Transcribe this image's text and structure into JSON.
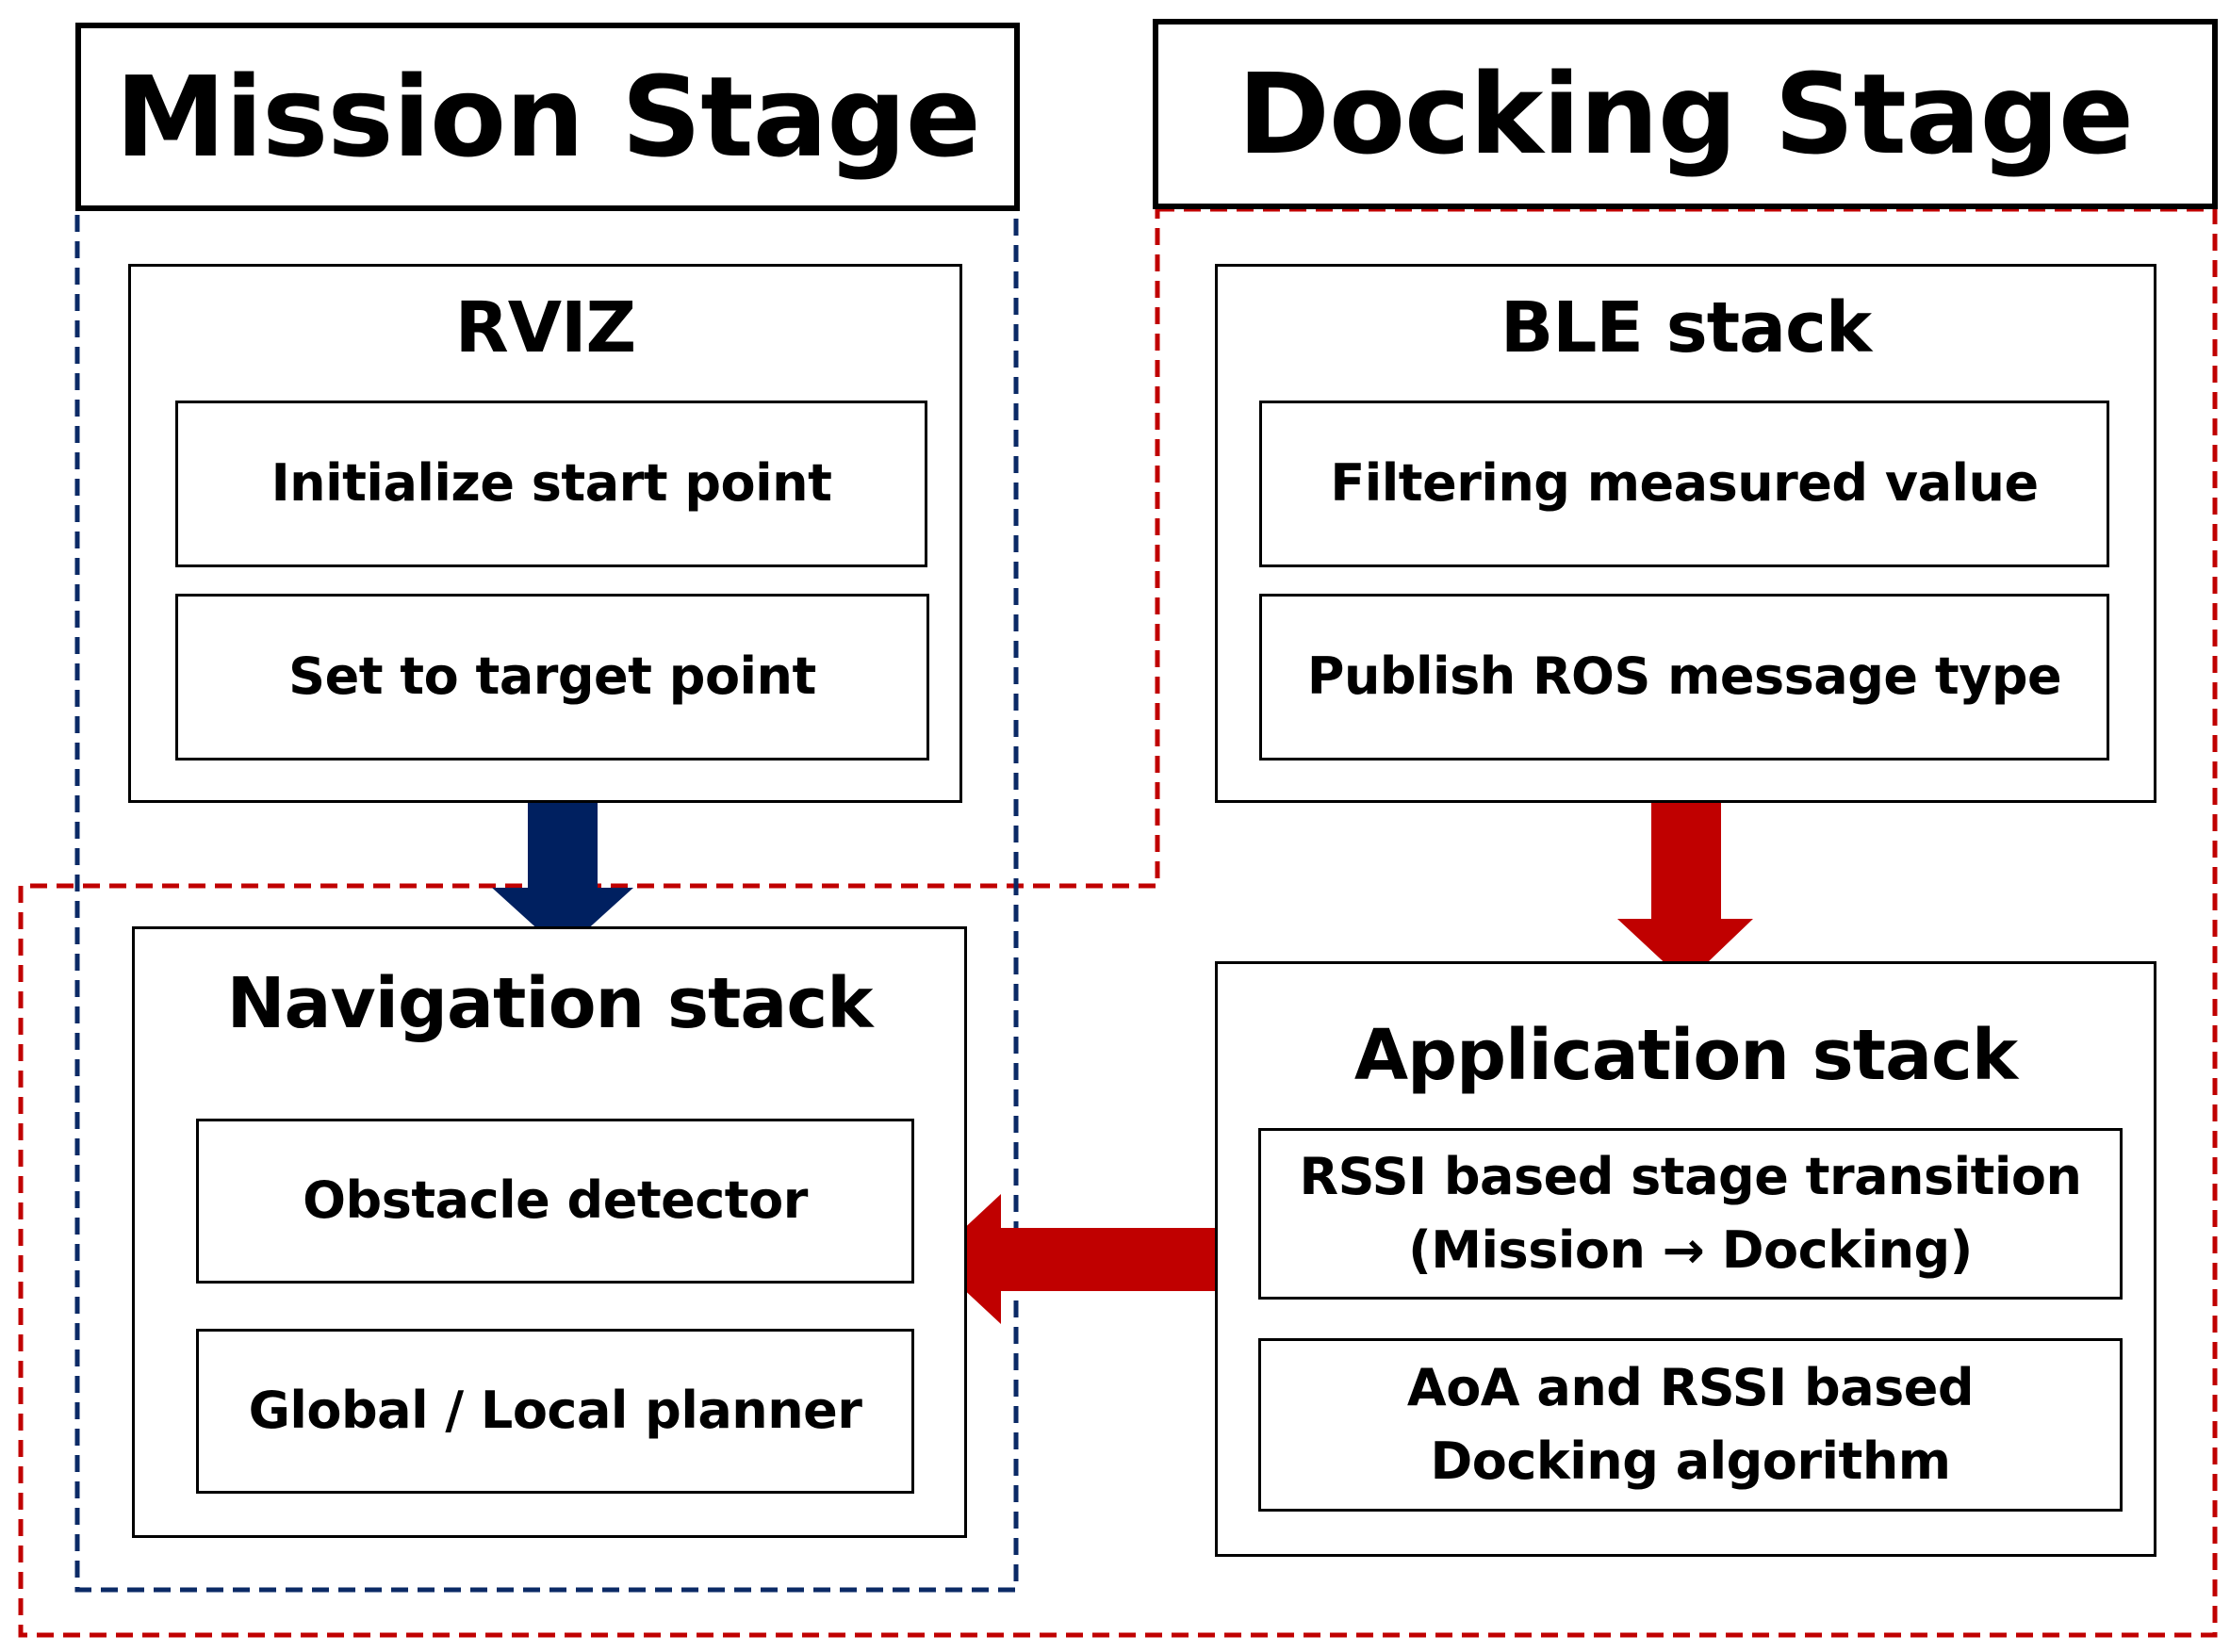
{
  "mission_stage": {
    "title": "Mission Stage",
    "rviz": {
      "title": "RVIZ",
      "items": [
        "Initialize start point",
        "Set to target point"
      ]
    },
    "navigation": {
      "title": "Navigation stack",
      "items": [
        "Obstacle detector",
        "Global / Local planner"
      ]
    }
  },
  "docking_stage": {
    "title": "Docking Stage",
    "ble": {
      "title": "BLE stack",
      "items": [
        "Filtering measured value",
        "Publish ROS message type"
      ]
    },
    "application": {
      "title": "Application stack",
      "items": [
        {
          "line1": "RSSI based stage transition",
          "line2": "(Mission → Docking)"
        },
        {
          "line1": "AoA and RSSI based",
          "line2": "Docking algorithm"
        }
      ]
    }
  },
  "colors": {
    "mission_border": "#0b2a66",
    "docking_border": "#c00000",
    "mission_arrow": "#002060",
    "docking_arrow": "#c00000"
  }
}
